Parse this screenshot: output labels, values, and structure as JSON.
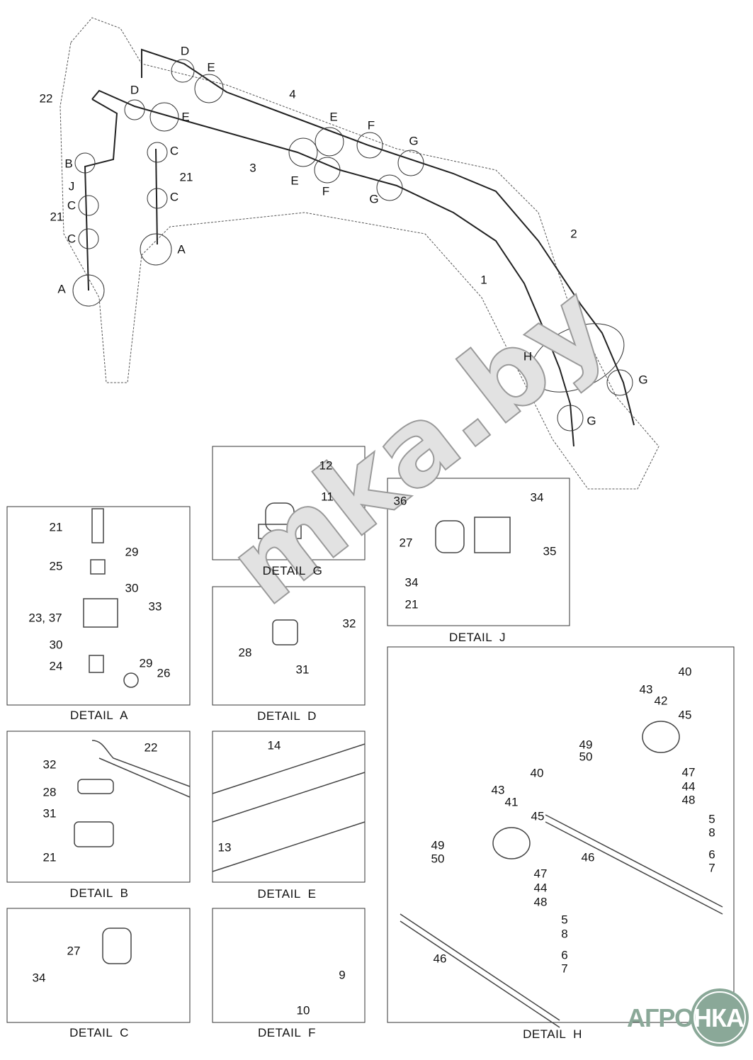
{
  "main_labels": [
    "D",
    "E",
    "D",
    "E",
    "22",
    "4",
    "E",
    "F",
    "G",
    "C",
    "21",
    "B",
    "J",
    "C",
    "21",
    "C",
    "C",
    "3",
    "E",
    "F",
    "G",
    "A",
    "A",
    "2",
    "1",
    "H",
    "G",
    "G"
  ],
  "detail_a": {
    "caption": "DETAIL  A",
    "labels": [
      "21",
      "29",
      "25",
      "30",
      "23, 37",
      "33",
      "30",
      "24",
      "29",
      "26"
    ]
  },
  "detail_b": {
    "caption": "DETAIL  B",
    "labels": [
      "22",
      "32",
      "28",
      "31",
      "21"
    ]
  },
  "detail_c": {
    "caption": "DETAIL  C",
    "labels": [
      "27",
      "34"
    ]
  },
  "detail_d": {
    "caption": "DETAIL  D",
    "labels": [
      "32",
      "28",
      "31"
    ]
  },
  "detail_e": {
    "caption": "DETAIL  E",
    "labels": [
      "14",
      "13"
    ]
  },
  "detail_f": {
    "caption": "DETAIL  F",
    "labels": [
      "9",
      "10"
    ]
  },
  "detail_g": {
    "caption": "DETAIL  G",
    "labels": [
      "12",
      "11"
    ]
  },
  "detail_j": {
    "caption": "DETAIL  J",
    "labels": [
      "36",
      "34",
      "27",
      "35",
      "34",
      "21"
    ]
  },
  "detail_h": {
    "caption": "DETAIL  H",
    "labels": [
      "40",
      "43",
      "42",
      "45",
      "49",
      "50",
      "47",
      "44",
      "48",
      "5",
      "8",
      "46",
      "6",
      "7",
      "40",
      "43",
      "41",
      "45",
      "49",
      "50",
      "47",
      "44",
      "48",
      "5",
      "8",
      "46",
      "6",
      "7"
    ]
  },
  "watermark": "mka.by",
  "logo": {
    "left": "АГРО",
    "right": "НКА",
    "color": "#8aa898"
  }
}
